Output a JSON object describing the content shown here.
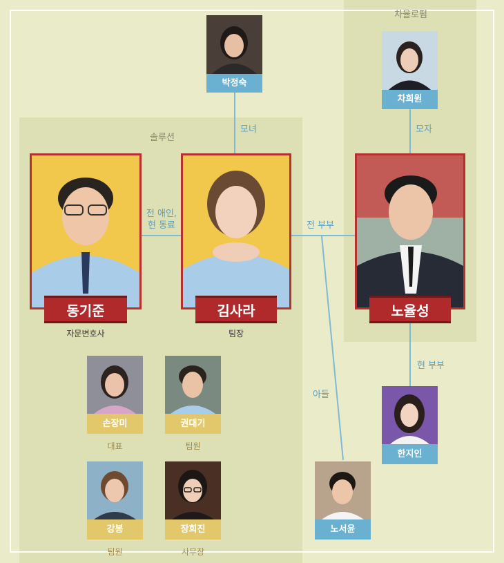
{
  "groups": {
    "solution_label": "솔루션",
    "chaebol_label": "차율로펌"
  },
  "relations": {
    "mother_daughter": "모녀",
    "mother_son": "모자",
    "ex_lover_line1": "전 애인,",
    "ex_lover_line2": "현 동료",
    "ex_spouse": "전 부부",
    "current_spouse": "현 부부",
    "son": "아들"
  },
  "people": {
    "park_jeongsuk": {
      "name": "박정숙"
    },
    "cha_huiwon": {
      "name": "차희원"
    },
    "dong_gijun": {
      "name": "동기준",
      "role": "자문변호사"
    },
    "kim_sara": {
      "name": "김사라",
      "role": "팀장"
    },
    "no_yulseong": {
      "name": "노율성"
    },
    "han_jiin": {
      "name": "한지인"
    },
    "son_jangmi": {
      "name": "손장미",
      "role": "대표"
    },
    "kwon_daegi": {
      "name": "권대기",
      "role": "팀원"
    },
    "gang_bong": {
      "name": "강봉",
      "role": "팀원"
    },
    "jang_huijin": {
      "name": "장희진",
      "role": "사무장"
    },
    "no_seoyun": {
      "name": "노서윤"
    }
  },
  "colors": {
    "background": "#eaecc9",
    "group_bg": "#dde0b4",
    "line": "#7fb9d3",
    "main_card_border": "#b8302e",
    "main_card_bg": "#f4c74a",
    "name_blue": "#6ab0d0",
    "name_yellow": "#e2c86b"
  }
}
